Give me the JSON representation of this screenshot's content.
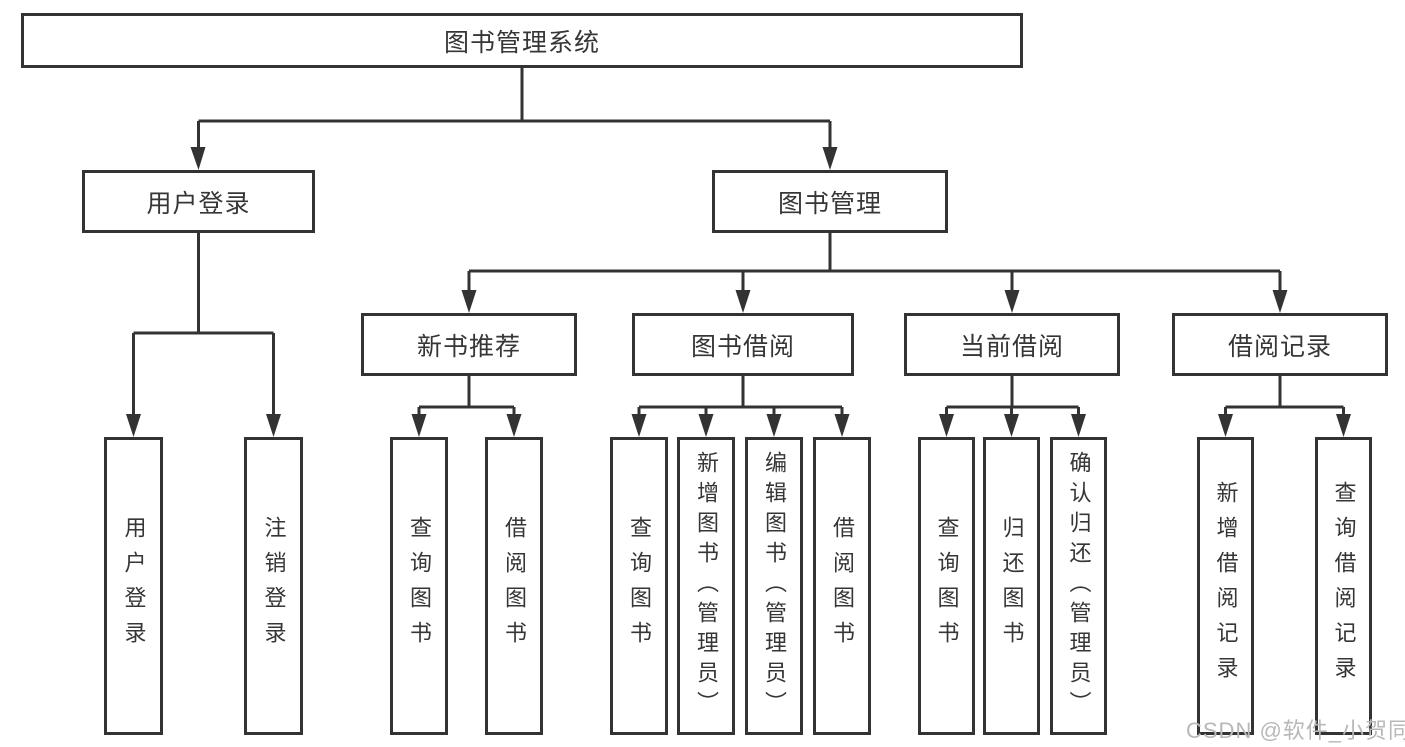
{
  "tree": {
    "root_label": "图书管理系统",
    "branches": [
      {
        "label": "用户登录",
        "leaves": [
          "用户登录",
          "注销登录"
        ]
      },
      {
        "label": "图书管理",
        "sections": [
          {
            "label": "新书推荐",
            "leaves": [
              "查询图书",
              "借阅图书"
            ]
          },
          {
            "label": "图书借阅",
            "leaves": [
              "查询图书",
              "新增图书（管理员）",
              "编辑图书（管理员）",
              "借阅图书"
            ]
          },
          {
            "label": "当前借阅",
            "leaves": [
              "查询图书",
              "归还图书",
              "确认归还（管理员）"
            ]
          },
          {
            "label": "借阅记录",
            "leaves": [
              "新增借阅记录",
              "查询借阅记录"
            ]
          }
        ]
      }
    ]
  },
  "watermark": {
    "text": "CSDN @软件_小贺同学"
  },
  "colors": {
    "line": "#333333",
    "text": "#363636",
    "box_fill": "#ffffff",
    "background": "#ffffff",
    "watermark": "#b8b8b8"
  }
}
